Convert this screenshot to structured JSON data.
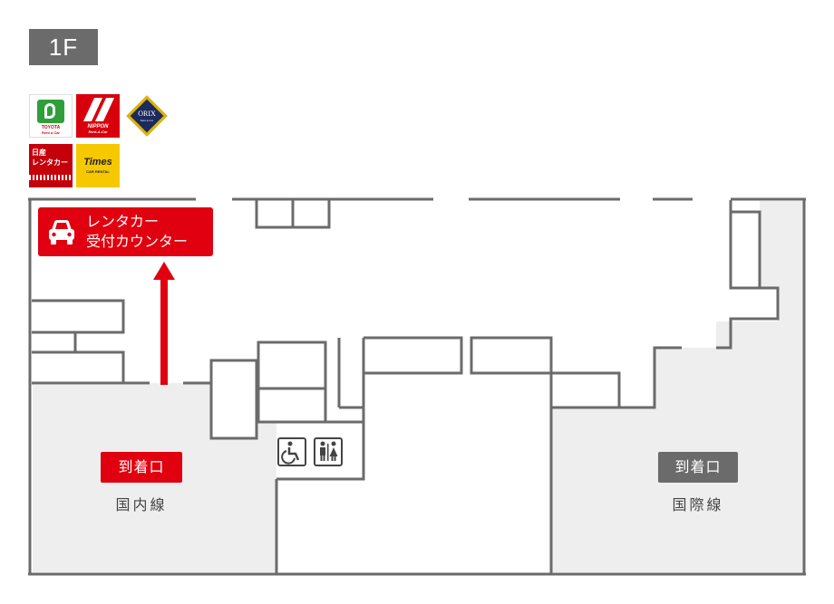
{
  "floor": {
    "label": "1F"
  },
  "logos": {
    "toyota": {
      "name": "TOYOTA",
      "sub": "Rent a Car",
      "color": "#2e9f3a"
    },
    "nippon": {
      "name": "NIPPON",
      "sub": "Rent-A-Car",
      "color": "#d9000d"
    },
    "orix": {
      "name": "ORIX",
      "sub": "Rent-A-Car",
      "color": "#1d2a5c"
    },
    "nissan": {
      "line1": "日産",
      "line2": "レンタカー",
      "color": "#c4000b"
    },
    "times": {
      "name": "Times",
      "sub": "CAR RENTAL",
      "color": "#f6c800"
    }
  },
  "counter": {
    "line1": "レンタカー",
    "line2": "受付カウンター",
    "icon": "car-icon",
    "color": "#e0000f"
  },
  "arrivals": {
    "domestic": {
      "badge": "到着口",
      "label": "国内線",
      "color": "#e0000f"
    },
    "international": {
      "badge": "到着口",
      "label": "国際線",
      "color": "#6b6b6b"
    }
  },
  "facilities": [
    {
      "icon": "wheelchair-icon"
    },
    {
      "icon": "restroom-icon"
    }
  ],
  "colors": {
    "wall": "#6b6b6b",
    "shaded_area": "#eeeeee",
    "arrow": "#e0000f"
  }
}
